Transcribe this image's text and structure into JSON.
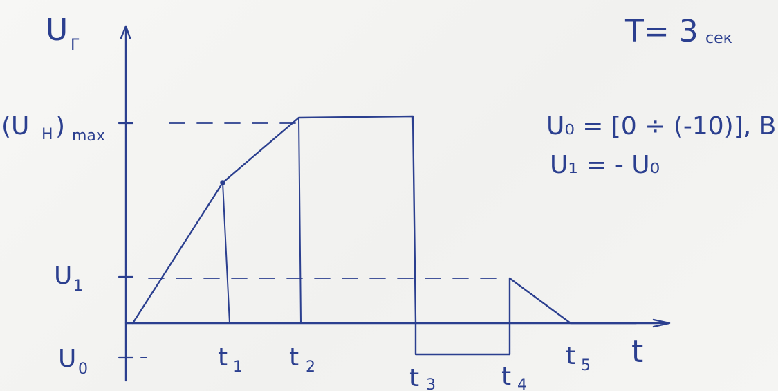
{
  "labels": {
    "y_axis": "U",
    "y_axis_sub": "Г",
    "x_axis": "t",
    "u_max_main": "(U",
    "u_max_sub": "Н",
    "u_max_close": ")",
    "u_max_max": "max",
    "u1": "U",
    "u1_sub": "1",
    "u0": "U",
    "u0_sub": "0",
    "t1": "t",
    "t1_sub": "1",
    "t2": "t",
    "t2_sub": "2",
    "t3": "t",
    "t3_sub": "3",
    "t4": "t",
    "t4_sub": "4",
    "t5": "t",
    "t5_sub": "5"
  },
  "notes": {
    "period": "T= 3",
    "period_unit": "сек",
    "u0_range": "U₀ = [0 ÷ (-10)], В",
    "u1_relation": "U₁ = - U₀"
  },
  "colors": {
    "ink": "#2b3f8f",
    "paper": "#f4f4f2"
  }
}
